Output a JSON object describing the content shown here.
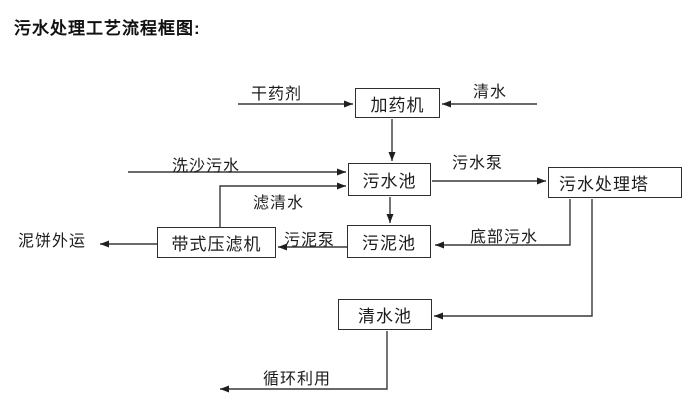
{
  "title": "污水处理工艺流程框图:",
  "colors": {
    "background": "#ffffff",
    "line": "#383838",
    "box_border": "#2f2f2f",
    "text": "#1c1c1c"
  },
  "diagram": {
    "nodes": [
      {
        "id": "dosing-machine",
        "label": "加药机"
      },
      {
        "id": "sewage-pool",
        "label": "污水池"
      },
      {
        "id": "treatment-tower",
        "label": "污水处理塔"
      },
      {
        "id": "belt-filter-press",
        "label": "带式压滤机"
      },
      {
        "id": "sludge-pool",
        "label": "污泥池"
      },
      {
        "id": "clean-water-pool",
        "label": "清水池"
      }
    ],
    "flows": [
      {
        "id": "dry-agent",
        "label": "干药剂",
        "to": "加药机"
      },
      {
        "id": "clean-water-in",
        "label": "清水",
        "to": "加药机"
      },
      {
        "id": "sand-wash-sewage",
        "label": "洗沙污水",
        "to": "污水池"
      },
      {
        "id": "filtered-water",
        "label": "滤清水",
        "from": "带式压滤机",
        "to": "污水池"
      },
      {
        "id": "sewage-pump",
        "label": "污水泵",
        "from": "污水池",
        "to": "污水处理塔"
      },
      {
        "id": "sludge-pump",
        "label": "污泥泵",
        "from": "污泥池",
        "to": "带式压滤机"
      },
      {
        "id": "mud-cake-out",
        "label": "泥饼外运",
        "from": "带式压滤机"
      },
      {
        "id": "bottom-sewage",
        "label": "底部污水",
        "from": "污水处理塔",
        "to": "污泥池"
      },
      {
        "id": "recycle-use",
        "label": "循环利用",
        "from": "清水池"
      }
    ]
  }
}
